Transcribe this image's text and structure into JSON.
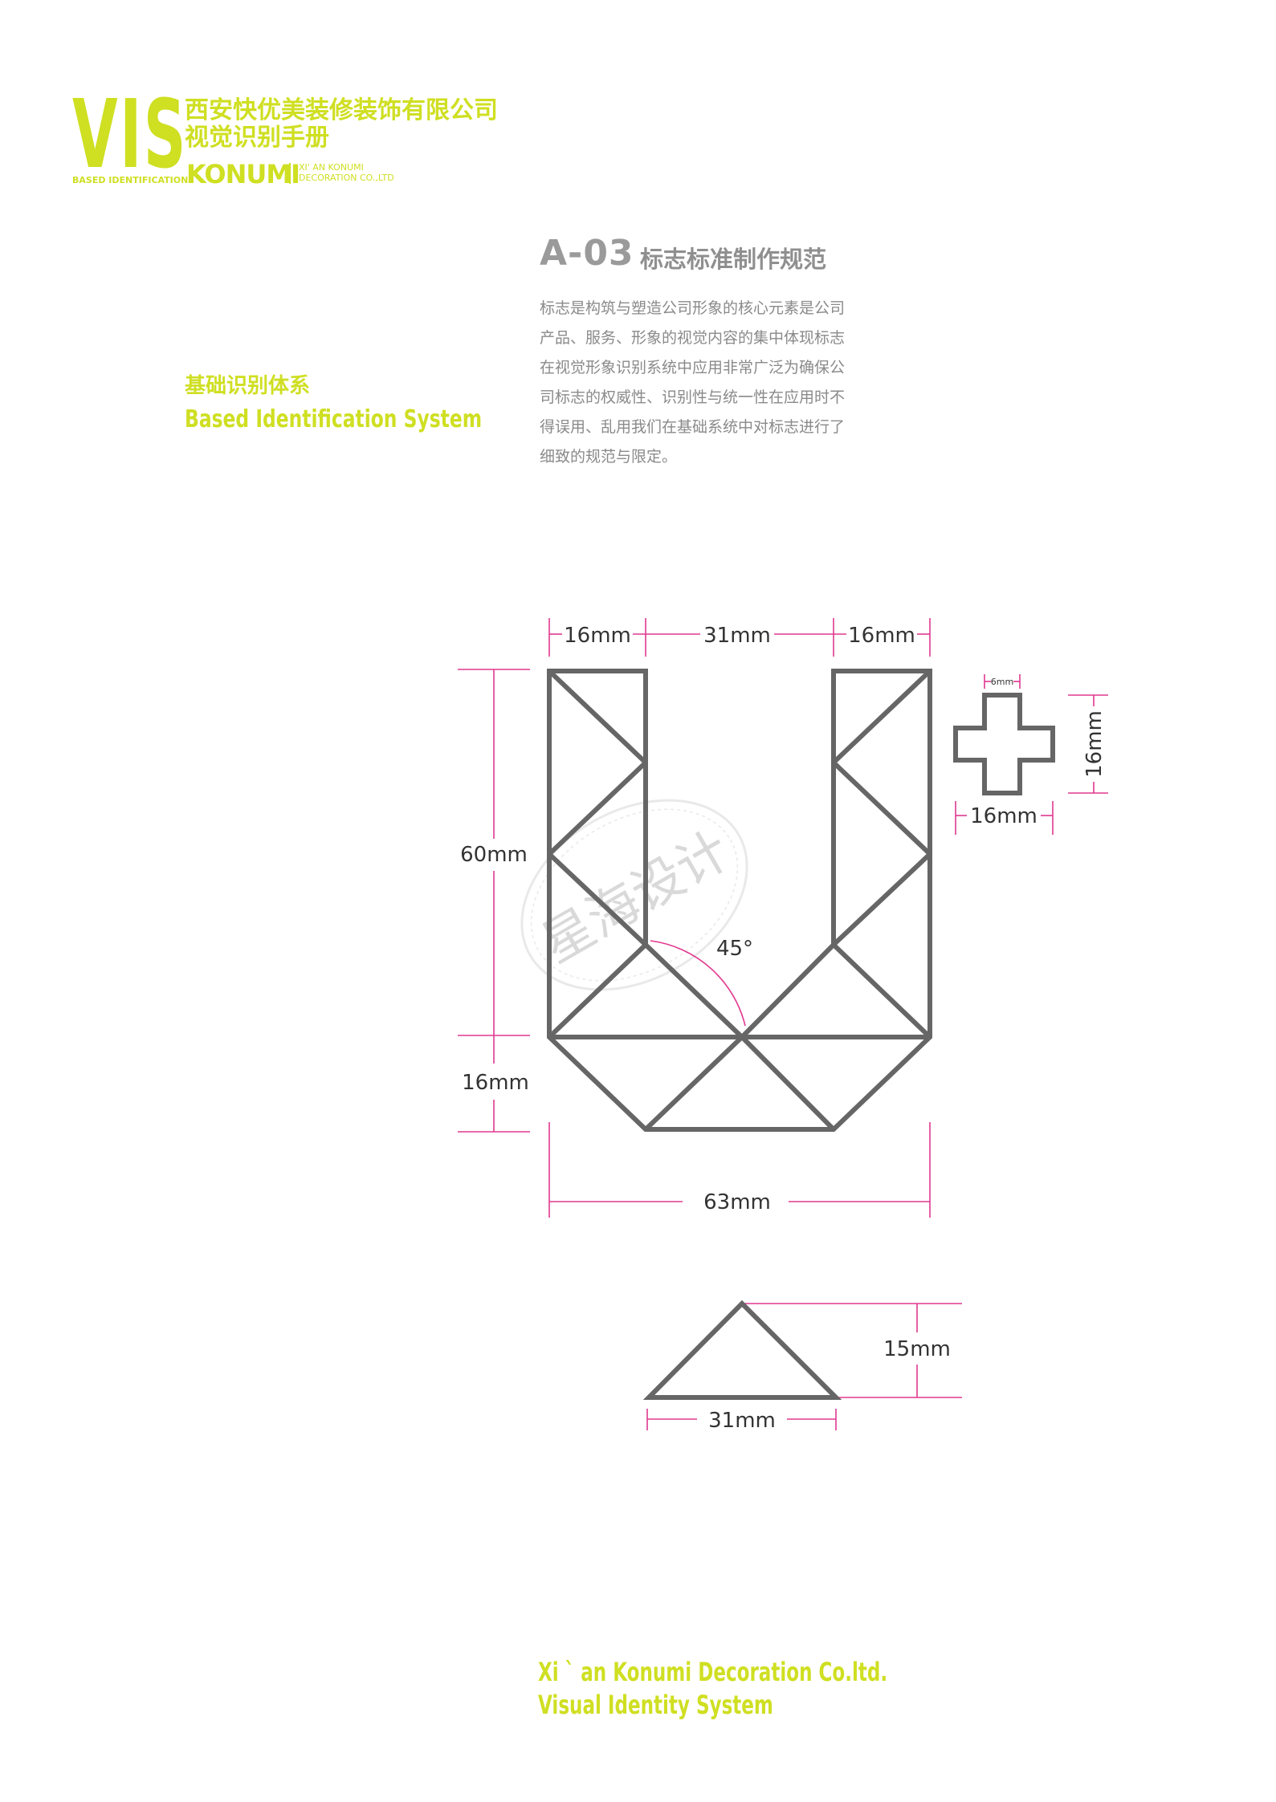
{
  "header": {
    "vis_mark": "VIS",
    "vis_tagline": "BASED IDENTIFICATION",
    "company_name_cn": "西安快优美装修装饰有限公司",
    "manual_title_cn": "视觉识别手册",
    "brand_name": "KONUMI",
    "brand_en_line1": "XI' AN KONUMI",
    "brand_en_line2": "DECORATION CO.,LTD"
  },
  "section": {
    "code": "A-03",
    "title": "标志标准制作规范",
    "description_lines": [
      "标志是构筑与塑造公司形象的核心元素是公司",
      "产品、服务、形象的视觉内容的集中体现标志",
      "在视觉形象识别系统中应用非常广泛为确保公",
      "司标志的权威性、识别性与统一性在应用时不",
      "得误用、乱用我们在基础系统中对标志进行了",
      "细致的规范与限定。"
    ]
  },
  "system": {
    "name_cn": "基础识别体系",
    "name_en": "Based Identification System"
  },
  "diagram": {
    "top_dim_left": "16mm",
    "top_dim_middle": "31mm",
    "top_dim_right": "16mm",
    "left_dim_upper": "60mm",
    "left_dim_lower": "16mm",
    "bottom_dim": "63mm",
    "angle": "45°",
    "cross_top_dim": "6mm",
    "cross_bottom_dim": "16mm",
    "cross_side_dim": "16mm",
    "watermark": "星海设计",
    "triangle_height_dim": "15mm",
    "triangle_base_dim": "31mm"
  },
  "footer": {
    "line1": "Xi ` an Konumi Decoration Co.ltd.",
    "line2": "Visual Identity System"
  },
  "colors": {
    "accent": "#cfdf22",
    "dimension": "#e0388f",
    "logo_stroke": "#666666"
  }
}
